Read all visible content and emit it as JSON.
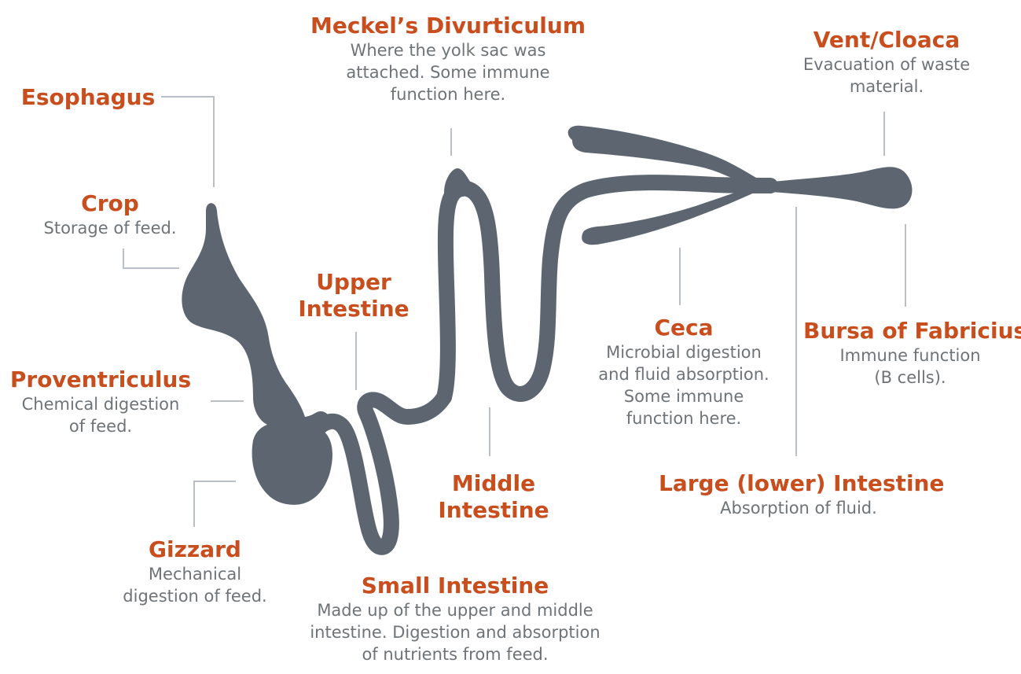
{
  "colors": {
    "organ": "#5d6670",
    "leader": "#b9bfc5",
    "title": "#c84e1e",
    "desc": "#6e7378"
  },
  "labels": {
    "esophagus": {
      "title": "Esophagus"
    },
    "crop": {
      "title": "Crop",
      "desc": [
        "Storage of feed."
      ]
    },
    "proventriculus": {
      "title": "Proventriculus",
      "desc": [
        "Chemical digestion",
        "of feed."
      ]
    },
    "gizzard": {
      "title": "Gizzard",
      "desc": [
        "Mechanical",
        "digestion of feed."
      ]
    },
    "upper_intestine": {
      "title": [
        "Upper",
        "Intestine"
      ]
    },
    "meckels": {
      "title": "Meckel’s Divurticulum",
      "desc": [
        "Where the yolk sac was",
        "attached. Some immune",
        "function here."
      ]
    },
    "middle_intestine": {
      "title": [
        "Middle",
        "Intestine"
      ]
    },
    "small_intestine": {
      "title": "Small Intestine",
      "desc": [
        "Made up of the upper and middle",
        "intestine. Digestion and absorption",
        "of nutrients from feed."
      ]
    },
    "vent": {
      "title": "Vent/Cloaca",
      "desc": [
        "Evacuation of waste",
        "material."
      ]
    },
    "ceca": {
      "title": "Ceca",
      "desc": [
        "Microbial digestion",
        "and fluid absorption.",
        "Some immune",
        "function here."
      ]
    },
    "bursa": {
      "title": "Bursa of Fabricius",
      "desc": [
        "Immune function",
        "(B cells)."
      ]
    },
    "large_intestine": {
      "title": "Large (lower) Intestine",
      "desc": [
        "Absorption of fluid."
      ]
    }
  }
}
